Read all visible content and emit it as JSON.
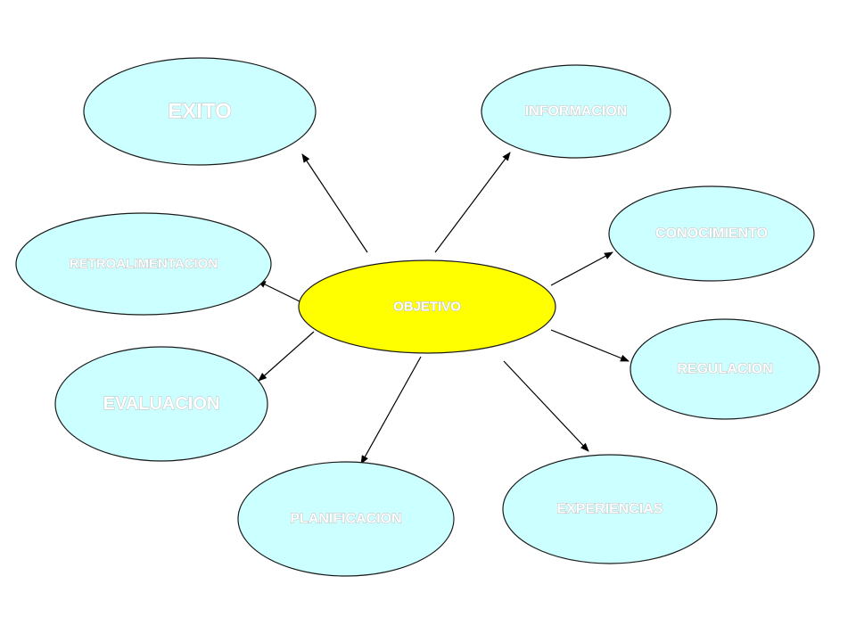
{
  "colors": {
    "center_fill": "#ffff00",
    "node_fill": "#ccffff",
    "outline": "#1a1a1a",
    "label_text": "#ffffff",
    "arrow": "#000000"
  },
  "center": {
    "label": "OBJETIVO"
  },
  "nodes": [
    {
      "id": "exito",
      "label": "EXITO"
    },
    {
      "id": "informacion",
      "label": "INFORMACION"
    },
    {
      "id": "conocimiento",
      "label": "CONOCIMIENTO"
    },
    {
      "id": "regulacion",
      "label": "REGULACION"
    },
    {
      "id": "experiencias",
      "label": "EXPERIENCIAS"
    },
    {
      "id": "planificacion",
      "label": "PLANIFICACION"
    },
    {
      "id": "evaluacion",
      "label": "EVALUACION"
    },
    {
      "id": "retroalimentacion",
      "label": "RETROALIMENTACION"
    }
  ]
}
